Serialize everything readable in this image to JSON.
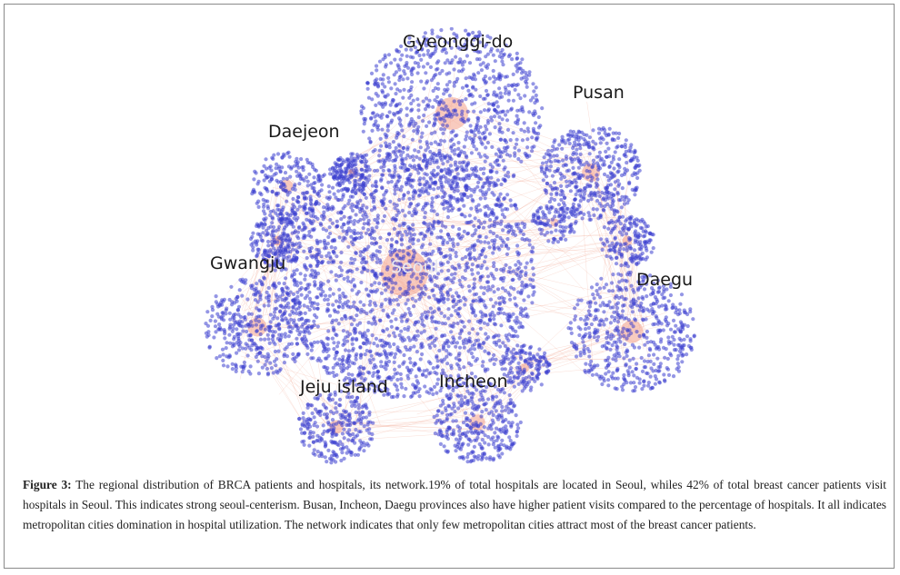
{
  "figure": {
    "caption_label": "Figure 3:",
    "caption_text": " The regional distribution of BRCA patients and hospitals, its network.19% of total hospitals are located in Seoul, whiles 42% of total breast cancer patients visit hospitals in Seoul. This indicates strong seoul-centerism. Busan, Incheon, Daegu provinces also have higher patient visits compared to the percentage of hospitals. It all indicates metropolitan cities domination in hospital utilization. The network indicates that only few metropolitan cities attract most of the breast cancer patients."
  },
  "network": {
    "node_color": "#3d3fcf",
    "edge_color": "#f2a08a",
    "labels": {
      "seoul": "Seoul",
      "gyeonggi": "Gyeonggi-do",
      "pusan": "Pusan",
      "daejeon": "Daejeon",
      "gwangju": "Gwangju",
      "daegu": "Daegu",
      "jeju": "Jeju island",
      "incheon": "Incheon"
    }
  }
}
